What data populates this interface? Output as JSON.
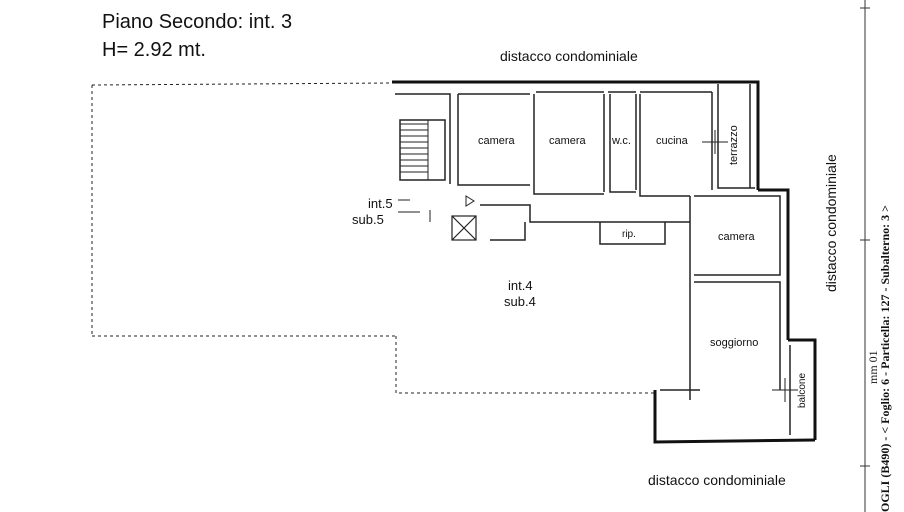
{
  "header": {
    "title": "Piano Secondo: int. 3",
    "height": "H= 2.92 mt."
  },
  "labels": {
    "distacco_top": "distacco condominiale",
    "distacco_right": "distacco condominiale",
    "distacco_bottom": "distacco condominiale"
  },
  "rooms": {
    "camera_1": "camera",
    "camera_2": "camera",
    "wc": "w.c.",
    "cucina": "cucina",
    "terrazzo": "terrazzo",
    "camera_3": "camera",
    "rip": "rip.",
    "soggiorno": "soggiorno",
    "balcone": "balcone"
  },
  "units": {
    "int5": "int.5",
    "sub5": "sub.5",
    "int4": "int.4",
    "sub4": "sub.4"
  },
  "margin": {
    "cadastral_ref": "OGLI (B490) - < Foglio: 6 - Particella: 127 - Subalterno: 3 >",
    "stamp": "mm 01"
  }
}
